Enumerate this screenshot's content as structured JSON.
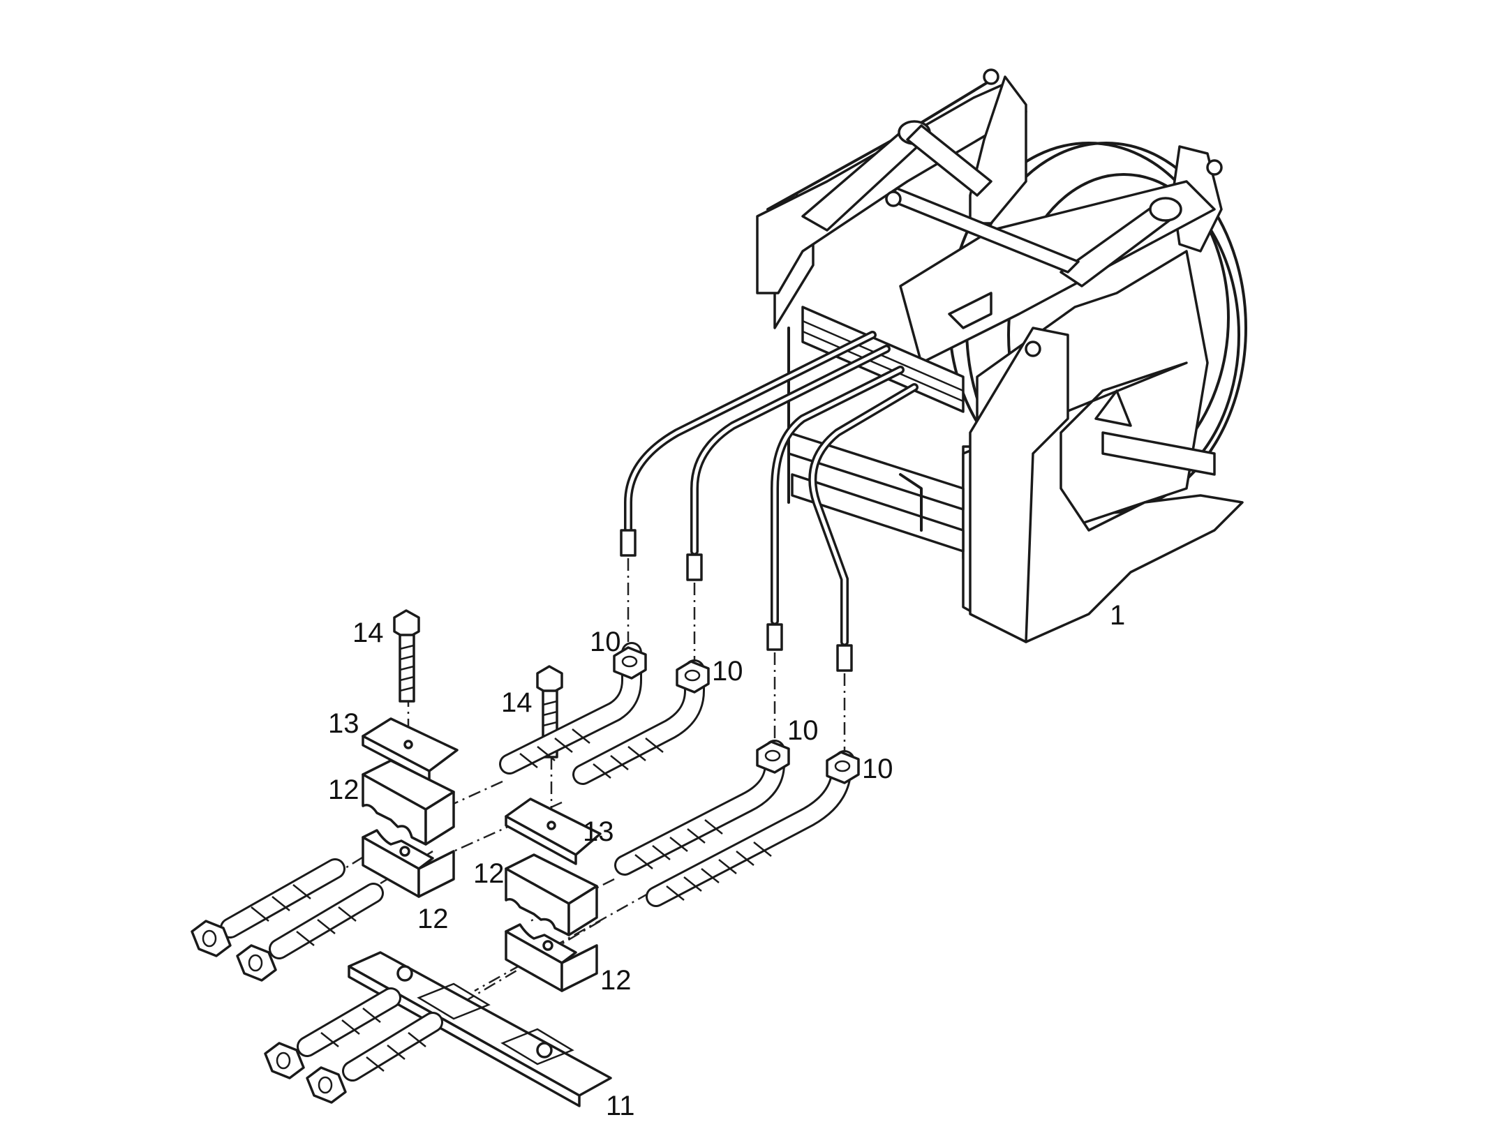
{
  "diagram": {
    "labels": {
      "frame": "1",
      "nut_a": "10",
      "nut_b": "10",
      "nut_c": "10",
      "nut_d": "10",
      "plate": "11",
      "clamp_a": "12",
      "clamp_b": "12",
      "clamp_c": "12",
      "clamp_d": "12",
      "cover_a": "13",
      "cover_b": "13",
      "bolt_a": "14",
      "bolt_b": "14"
    }
  }
}
